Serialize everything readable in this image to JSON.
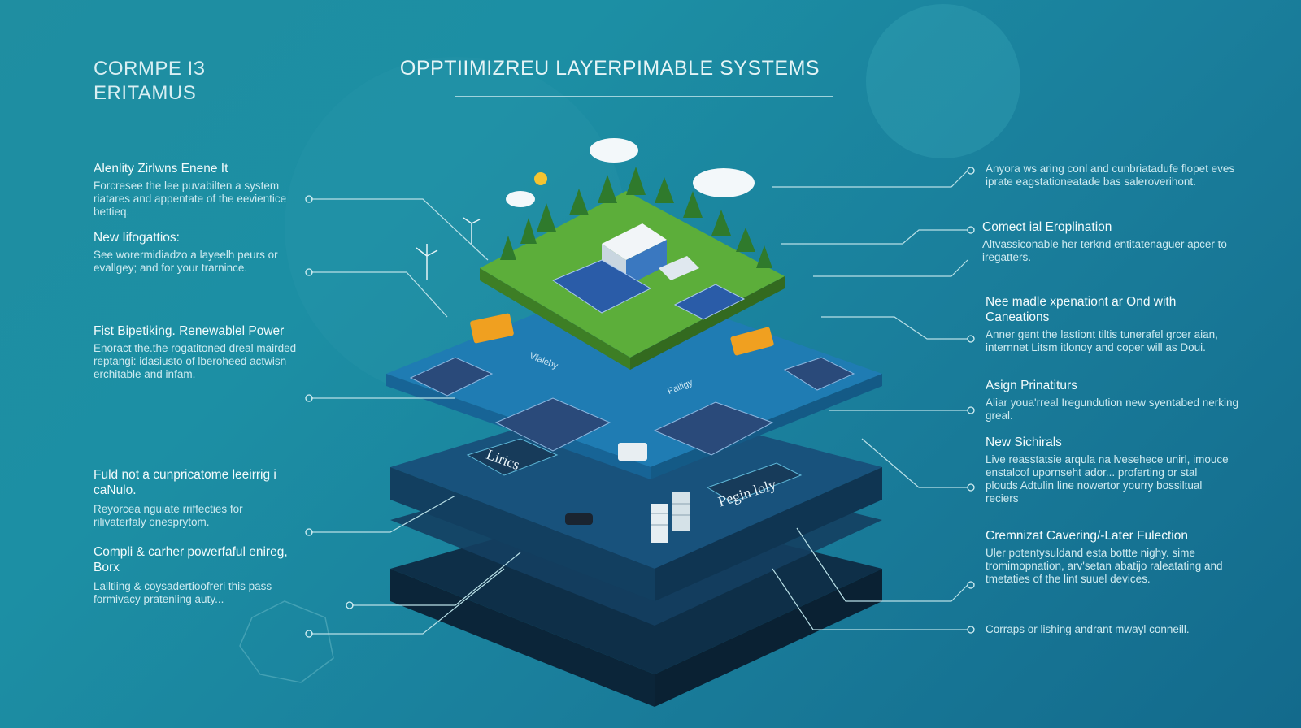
{
  "brand": {
    "line1": "CORMPE IЗ",
    "line2": "ERITAMUS"
  },
  "title": "OPPTIIMIZREU LAYERPIMABLE SYSTEMS",
  "left_blocks": [
    {
      "heading": "Alenlity Zirlwns Enene It",
      "body": "Forcresee the lee puvabilten a system riatares and appentate of the eevientice bettieq."
    },
    {
      "heading": "New Iifogattios:",
      "body": "See worermidiadzo a layeelh peurs or evallgey; and for your trarnince."
    },
    {
      "heading": "Fist Bipetiking. Renewablel Power",
      "body": "Enoract the.the rogatitoned dreal mairded reptangi: idasiusto of lberoheed actwisn erchitable and infam."
    },
    {
      "heading": "Fuld not a cunpricatome leeirrig i caNulo.",
      "body": "Reyorcea nguiate rriffecties for rilivaterfaly onesprytom."
    },
    {
      "heading": "Compli & carher powerfaful enireg, Borx",
      "body": "Lalltiing & coysadertioofreri this pass formivacy pratenling auty..."
    }
  ],
  "right_blocks": [
    {
      "heading": "",
      "body": "Anyora ws aring conl and cunbriatadufe flopet eves iprate eagstationeatade bas saleroverihont."
    },
    {
      "heading": "Comect ial Eroplination",
      "body": "Altvassiconable her terknd entitatenaguer apcer to iregatters."
    },
    {
      "heading": "Nee madle xpenationt ar Ond with Caneations",
      "body": "Anner gent the lastiont tiltis tunerafel grcer aian, internnet Litsm itlonoy and coper will as Doui."
    },
    {
      "heading": "Asign Prinatiturs",
      "body": "Aliar youa'rreal Iregundution new syentabed nerking greal."
    },
    {
      "heading": "New Sichirals",
      "body": "Live reasstatsie arqula na lvesehece unirl, imouce enstalcof upornseht ador... proferting or stal plouds Adtulin line nowertor yourry bossiltual reciers"
    },
    {
      "heading": "Cremnizat Cavering/-Later Fulection",
      "body": "Uler potentysuldand esta bottte nighy. sime tromimopnation, arv'setan abatijo raleatating and tmetaties of the lint suuel devices."
    },
    {
      "heading": "",
      "body": "Corraps or lishing andrant mwayl conneill."
    }
  ],
  "layer_labels": {
    "mid": "Lirics",
    "mid_right": "Pegin loly",
    "top_left": "Vfaleby",
    "top_right": "Pailigy"
  },
  "colors": {
    "bg_top": "#1f8ea1",
    "bg_bottom": "#136a8c",
    "grass": "#5cae3a",
    "tech_layer": "#1f7cb3",
    "deep_layer": "#12405e",
    "panel": "#2a4a7a",
    "accent_orange": "#f0a020"
  }
}
